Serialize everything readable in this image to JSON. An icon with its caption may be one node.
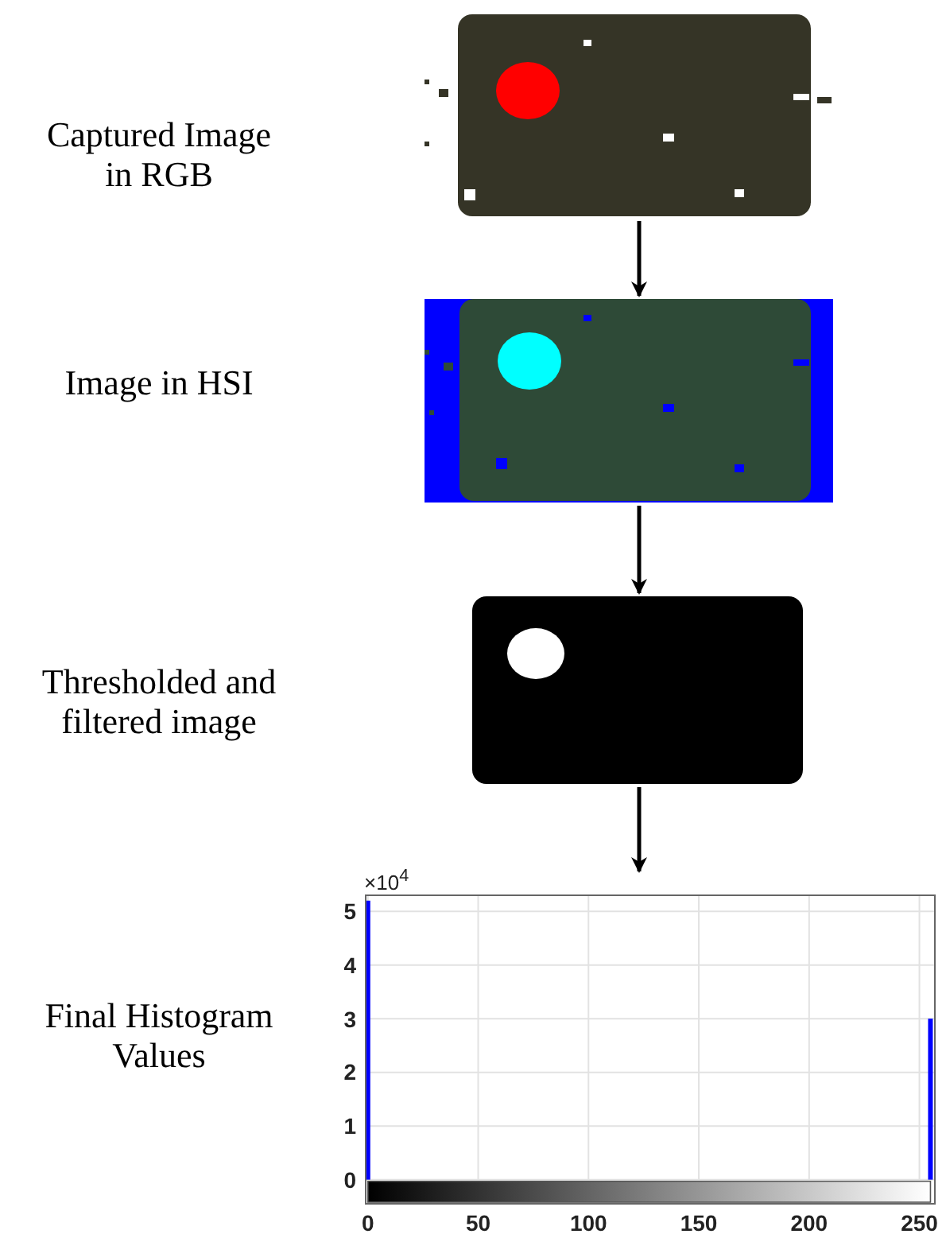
{
  "diagram": {
    "nodes": [
      {
        "text": [],
        "shape": "picture"
      },
      {
        "text": [],
        "shape": "picture"
      },
      {
        "text": [],
        "shape": "picture"
      },
      {
        "text": [],
        "shape": "box"
      }
    ],
    "edges": [
      {
        "from": 0,
        "to": 1,
        "arrow": "to"
      },
      {
        "from": 1,
        "to": 2,
        "arrow": "to"
      },
      {
        "from": 2,
        "to": 3,
        "arrow": "to"
      }
    ],
    "labels": [
      "Captured Image in RGB",
      "Image in HSI",
      "Thresholded and filtered image",
      "×10$^{4}$",
      "Final Histogram Values"
    ],
    "chart_data": {
      "type": "bar",
      "x": [
        0,
        255
      ],
      "series": [
        {
          "color": "#0000ff",
          "values": [
            5.2,
            3.0
          ]
        }
      ],
      "xlim": [
        -1,
        257
      ],
      "ylim": [
        -0.45,
        5.3
      ],
      "xticks": [
        0,
        50,
        100,
        150,
        200,
        250
      ],
      "yticks": [
        0,
        1,
        2,
        3,
        4,
        5
      ],
      "grid": true
    }
  }
}
